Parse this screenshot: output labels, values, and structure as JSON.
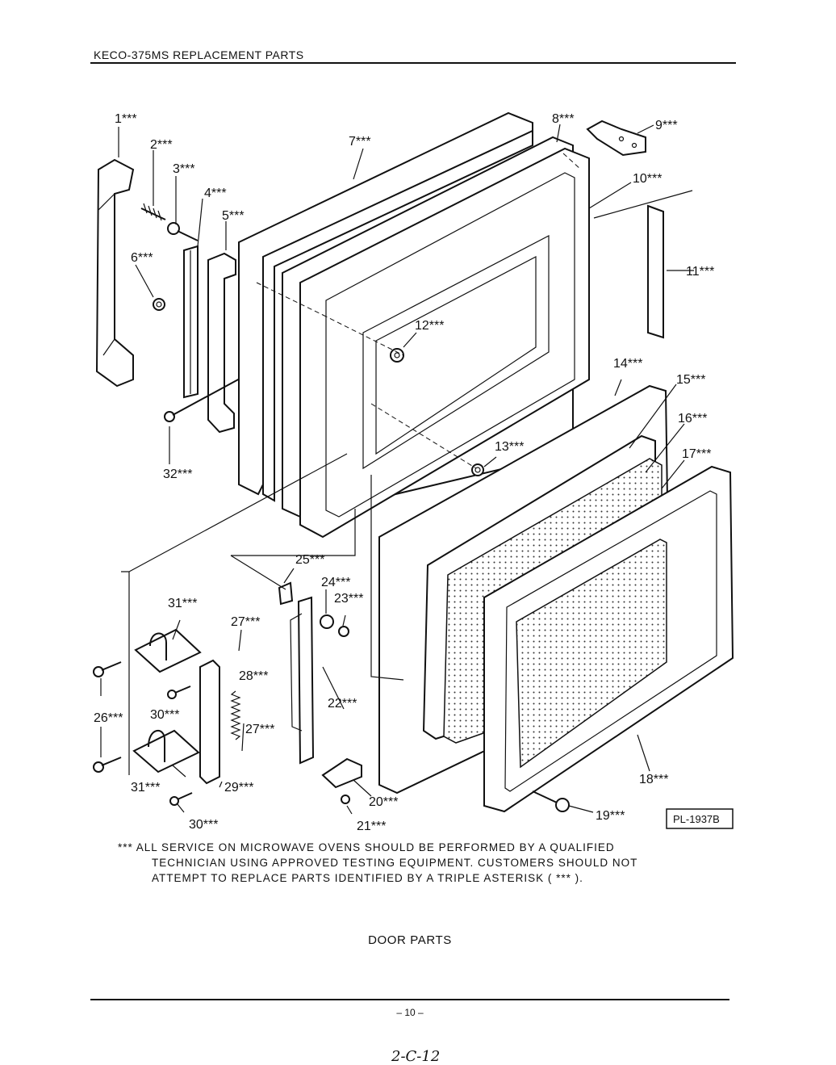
{
  "page": {
    "header": "KECO-375MS REPLACEMENT PARTS",
    "section_title": "DOOR PARTS",
    "page_number": "– 10 –",
    "handwritten_note": "2-C-12"
  },
  "figure": {
    "plate_id": "PL-1937B",
    "callouts": [
      "1***",
      "2***",
      "3***",
      "4***",
      "5***",
      "6***",
      "7***",
      "8***",
      "9***",
      "10***",
      "11***",
      "12***",
      "13***",
      "14***",
      "15***",
      "16***",
      "17***",
      "18***",
      "19***",
      "20***",
      "21***",
      "22***",
      "23***",
      "24***",
      "25***",
      "26***",
      "27***",
      "27***",
      "28***",
      "29***",
      "30***",
      "30***",
      "31***",
      "31***",
      "32***"
    ]
  },
  "note": {
    "line1": "*** ALL SERVICE ON MICROWAVE OVENS SHOULD BE PERFORMED BY A QUALIFIED",
    "line2": "TECHNICIAN USING APPROVED TESTING EQUIPMENT. CUSTOMERS SHOULD NOT",
    "line3": "ATTEMPT TO REPLACE PARTS IDENTIFIED BY A TRIPLE ASTERISK ( *** )."
  }
}
